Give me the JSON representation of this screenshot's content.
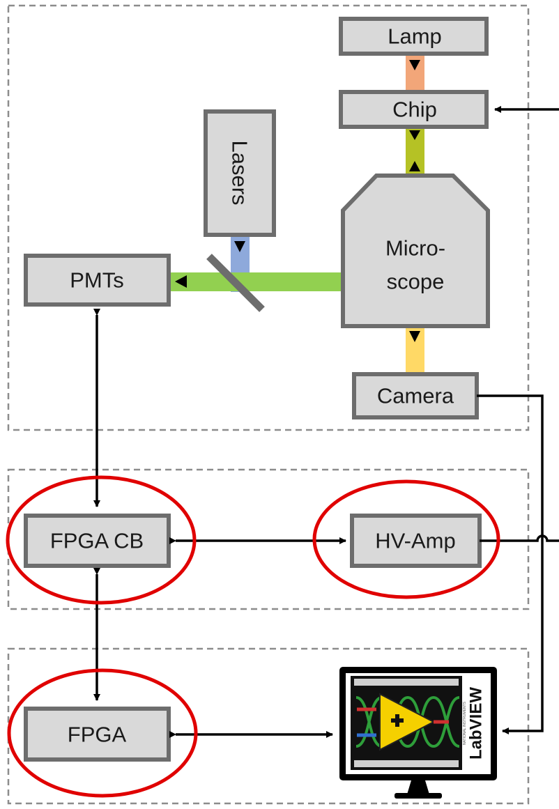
{
  "diagram": {
    "blocks": {
      "lamp": "Lamp",
      "chip": "Chip",
      "lasers": "Lasers",
      "microscope_line1": "Micro-",
      "microscope_line2": "scope",
      "pmts": "PMTs",
      "camera": "Camera",
      "fpga_cb": "FPGA CB",
      "hv_amp": "HV-Amp",
      "fpga": "FPGA"
    },
    "software_logo": "LabVIEW",
    "software_logo_small": "NATIONAL INSTRUMENTS",
    "highlighted": [
      "FPGA CB",
      "HV-Amp",
      "FPGA"
    ],
    "beam_colors": {
      "lamp": "#f2a679",
      "chip": "#b5c225",
      "laser": "#8ea9db",
      "emission": "#92d050",
      "camera": "#ffd966"
    },
    "highlight_color": "#e00000"
  }
}
